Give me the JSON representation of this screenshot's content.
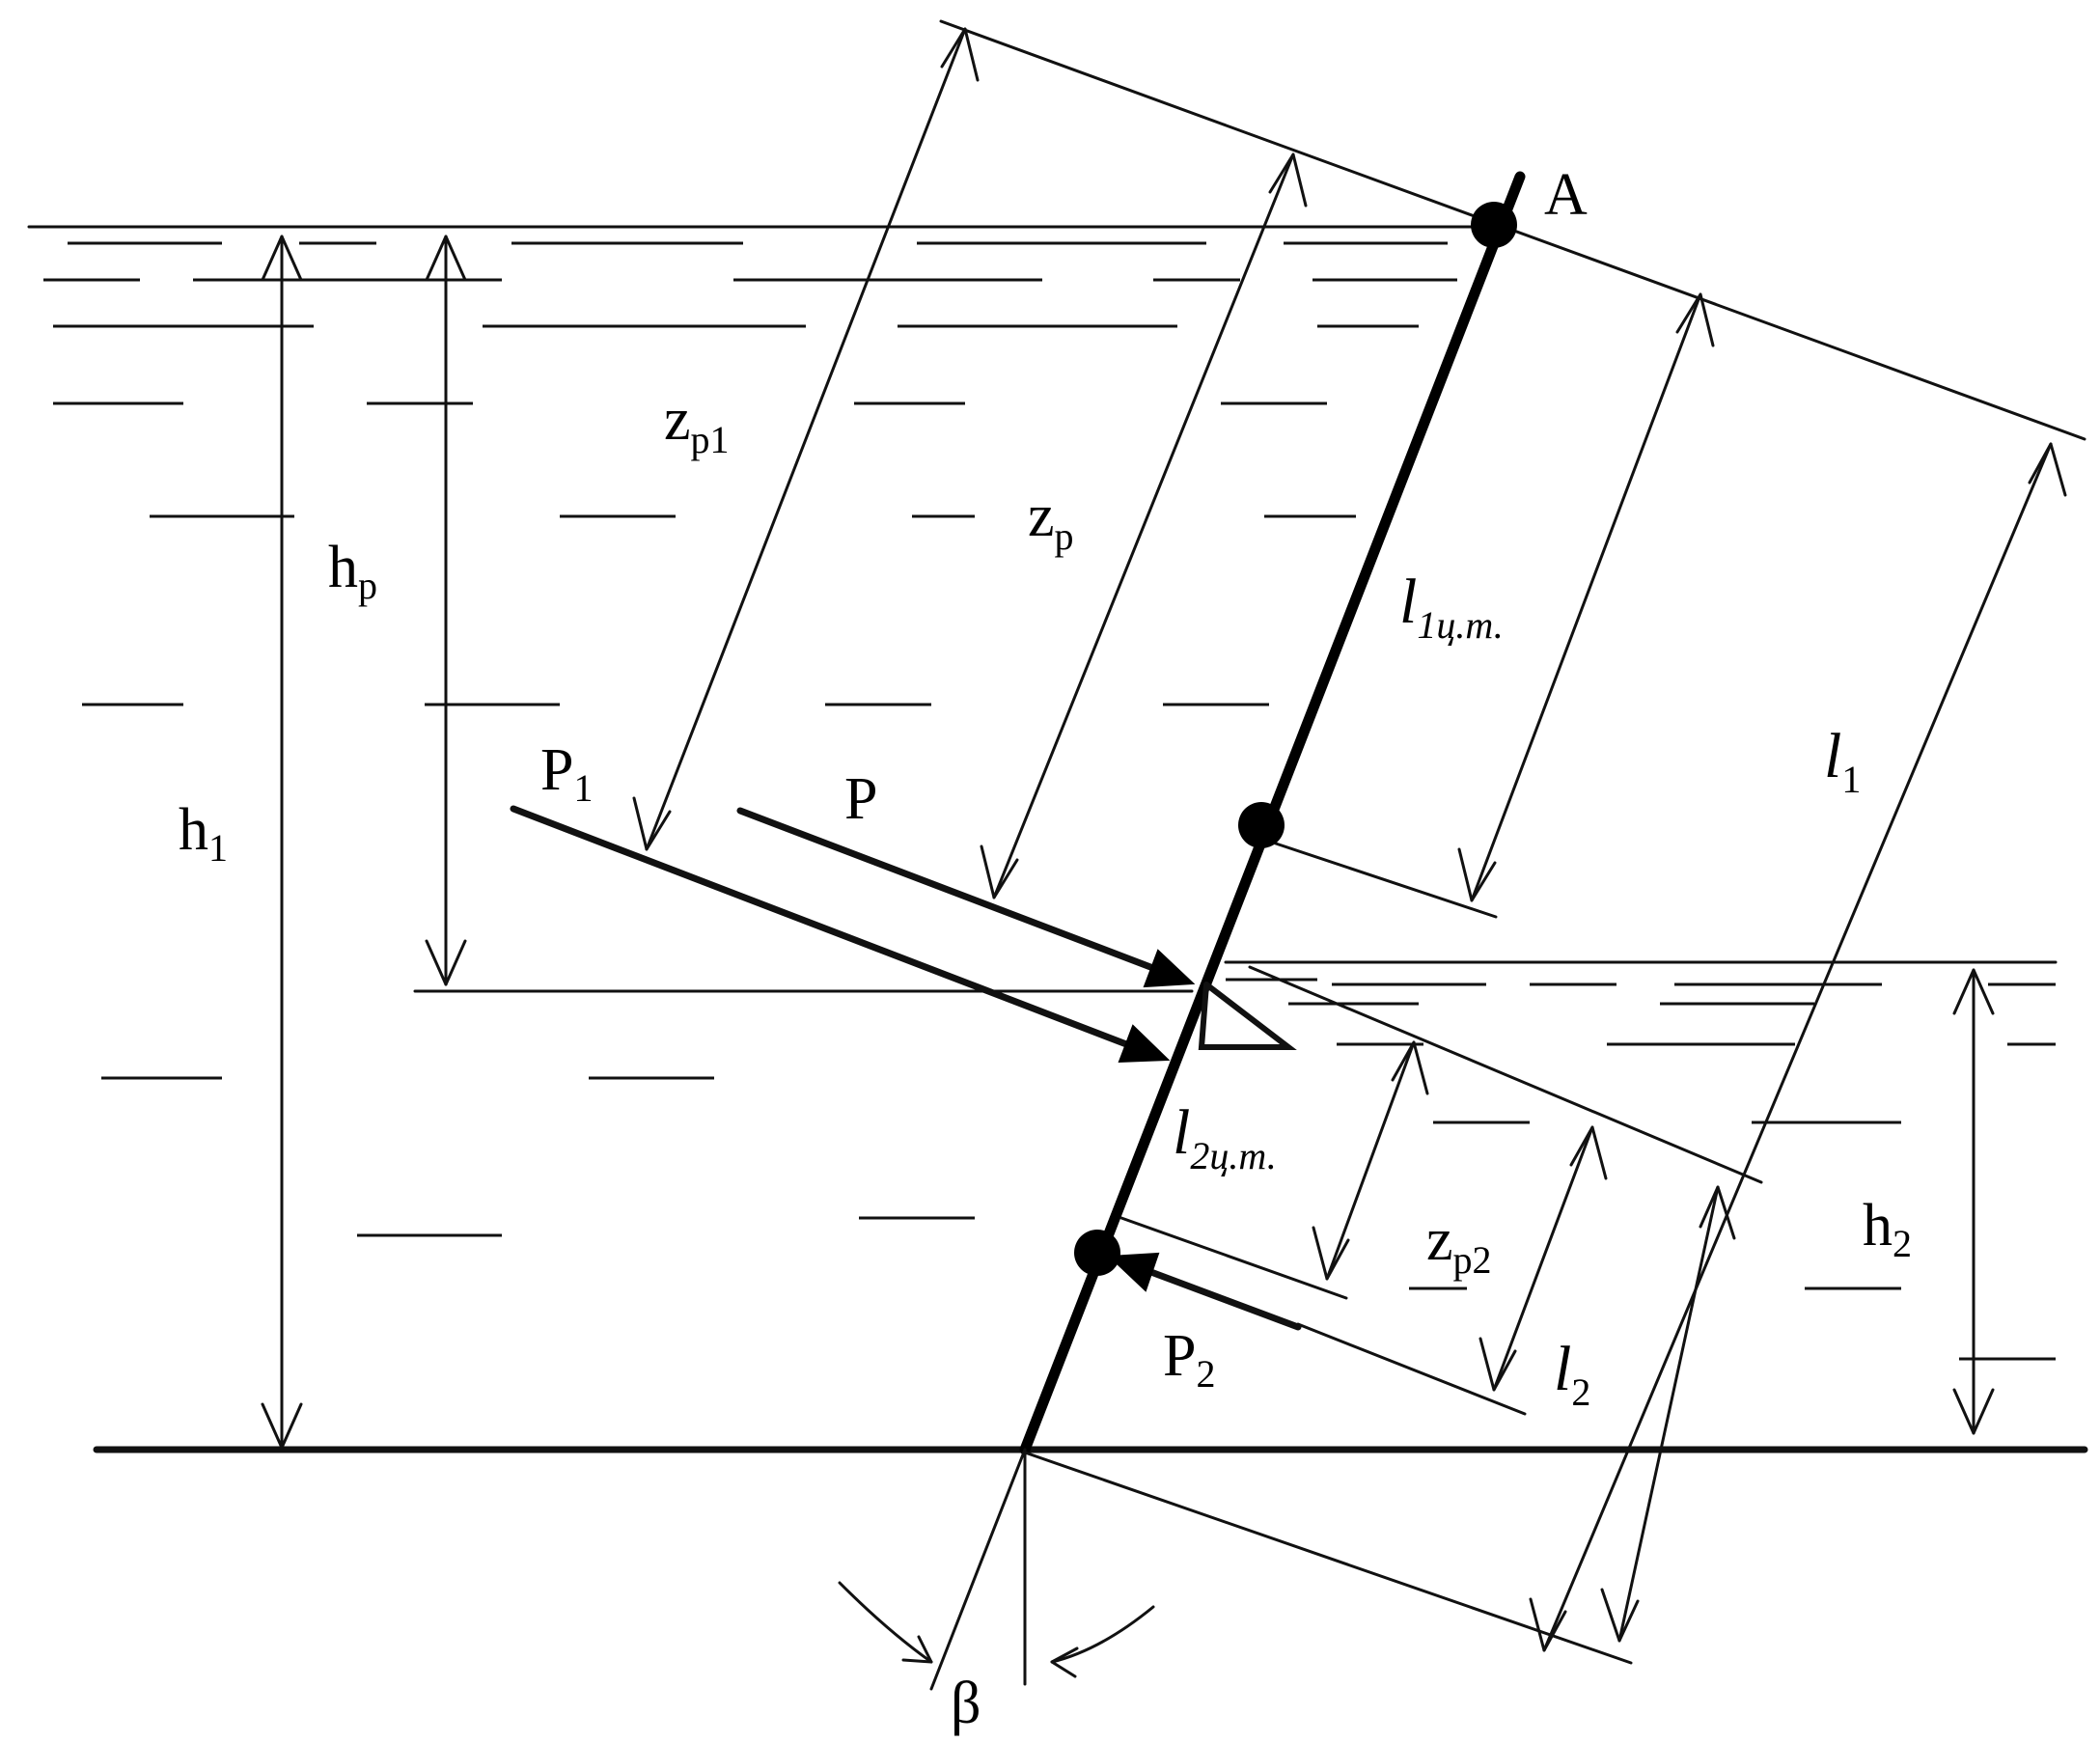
{
  "labels": {
    "A": "A",
    "h1": "h",
    "h1_sub": "1",
    "hp": "h",
    "hp_sub": "p",
    "h2": "h",
    "h2_sub": "2",
    "zp1": "z",
    "zp1_sub": "p1",
    "zp": "z",
    "zp_sub": "p",
    "zp2": "z",
    "zp2_sub": "p2",
    "l1cm": "l",
    "l1cm_sub": "1ц.т.",
    "l2cm": "l",
    "l2cm_sub": "2ц.т.",
    "l1": "l",
    "l1_sub": "1",
    "l2": "l",
    "l2_sub": "2",
    "P1": "P",
    "P1_sub": "1",
    "P": "P",
    "P2": "P",
    "P2_sub": "2",
    "beta": "β"
  },
  "colors": {
    "ink": "#000000",
    "background": "#ffffff"
  }
}
